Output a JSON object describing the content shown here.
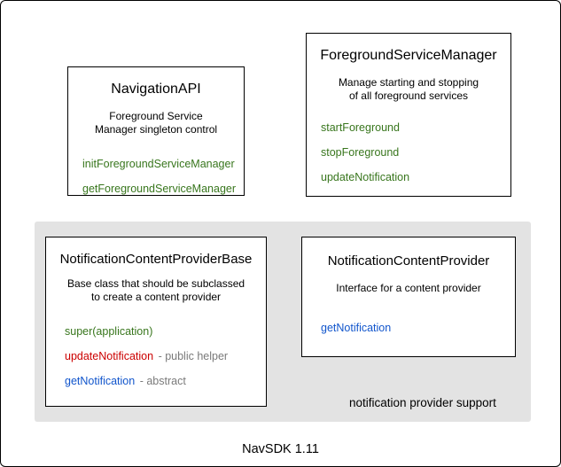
{
  "footer": "NavSDK 1.11",
  "gray_label": "notification provider support",
  "colors": {
    "green": "#38761d",
    "red": "#cc0000",
    "blue": "#1155cc",
    "suffix_gray": "#7a7a7a"
  },
  "boxes": {
    "navigation_api": {
      "title": "NavigationAPI",
      "subtitle_lines": [
        "Foreground Service",
        "Manager singleton control"
      ],
      "methods": [
        "initForegroundServiceManager",
        "getForegroundServiceManager"
      ]
    },
    "foreground_service_manager": {
      "title": "ForegroundServiceManager",
      "subtitle_lines": [
        "Manage starting and stopping",
        "of all foreground services"
      ],
      "methods": [
        "startForeground",
        "stopForeground",
        "updateNotification"
      ]
    },
    "notification_content_provider_base": {
      "title": "NotificationContentProviderBase",
      "subtitle_lines": [
        "Base class that should be subclassed",
        "to create a content provider"
      ],
      "methods": [
        {
          "label": "super(application)",
          "suffix": "",
          "color": "green"
        },
        {
          "label": "updateNotification",
          "suffix": "- public helper",
          "color": "red"
        },
        {
          "label": "getNotification",
          "suffix": "- abstract",
          "color": "blue"
        }
      ]
    },
    "notification_content_provider": {
      "title": "NotificationContentProvider",
      "subtitle_lines": [
        "Interface for a content provider"
      ],
      "methods": [
        {
          "label": "getNotification",
          "color": "blue"
        }
      ]
    }
  }
}
